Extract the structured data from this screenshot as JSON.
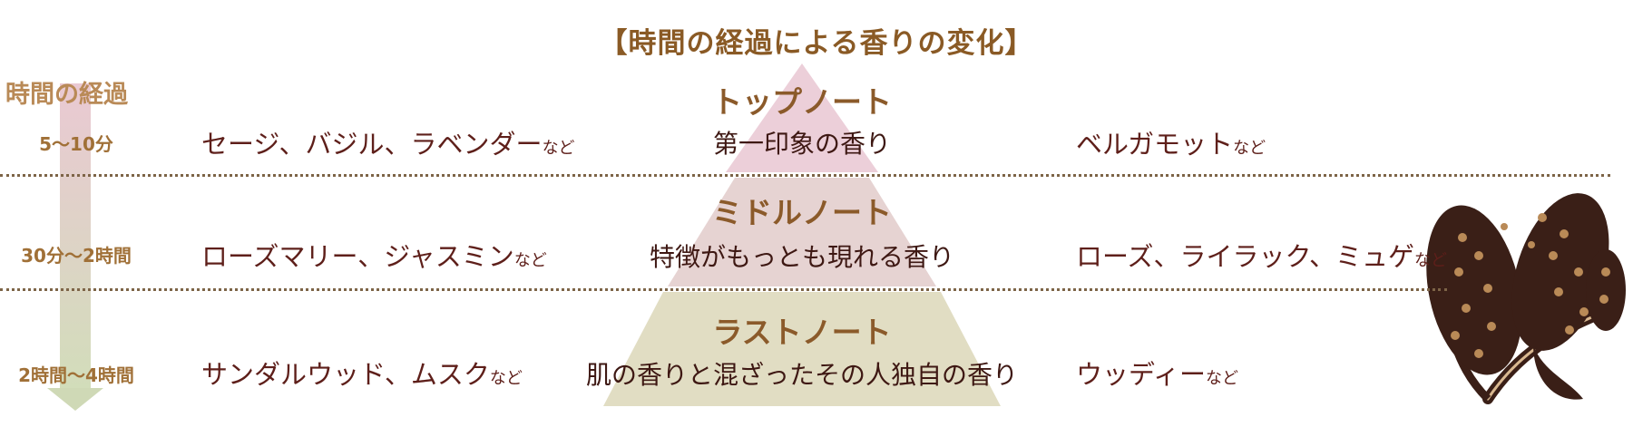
{
  "title": "【時間の経過による香りの変化】",
  "axis_label": "時間の経過",
  "nado": "など",
  "layers": [
    {
      "time": "5〜10分",
      "note": "トップノート",
      "description": "第一印象の香り",
      "left_examples": "セージ、バジル、ラベンダー",
      "right_examples": "ベルガモット"
    },
    {
      "time": "30分〜2時間",
      "note": "ミドルノート",
      "description": "特徴がもっとも現れる香り",
      "left_examples": "ローズマリー、ジャスミン",
      "right_examples": "ローズ、ライラック、ミュゲ"
    },
    {
      "time": "2時間〜4時間",
      "note": "ラストノート",
      "description": "肌の香りと混ざったその人独自の香り",
      "left_examples": "サンダルウッド、ムスク",
      "right_examples": "ウッディー"
    }
  ],
  "colors": {
    "top": "#ead0da",
    "middle": "#e6d2d1",
    "last": "#e2ddc2",
    "title": "#8a5a25",
    "text": "#5e1f1a",
    "arrow_start": "#eac9d3",
    "arrow_end": "#d3dcbc"
  },
  "icons": {
    "decoration": "lilac-flower-icon"
  }
}
